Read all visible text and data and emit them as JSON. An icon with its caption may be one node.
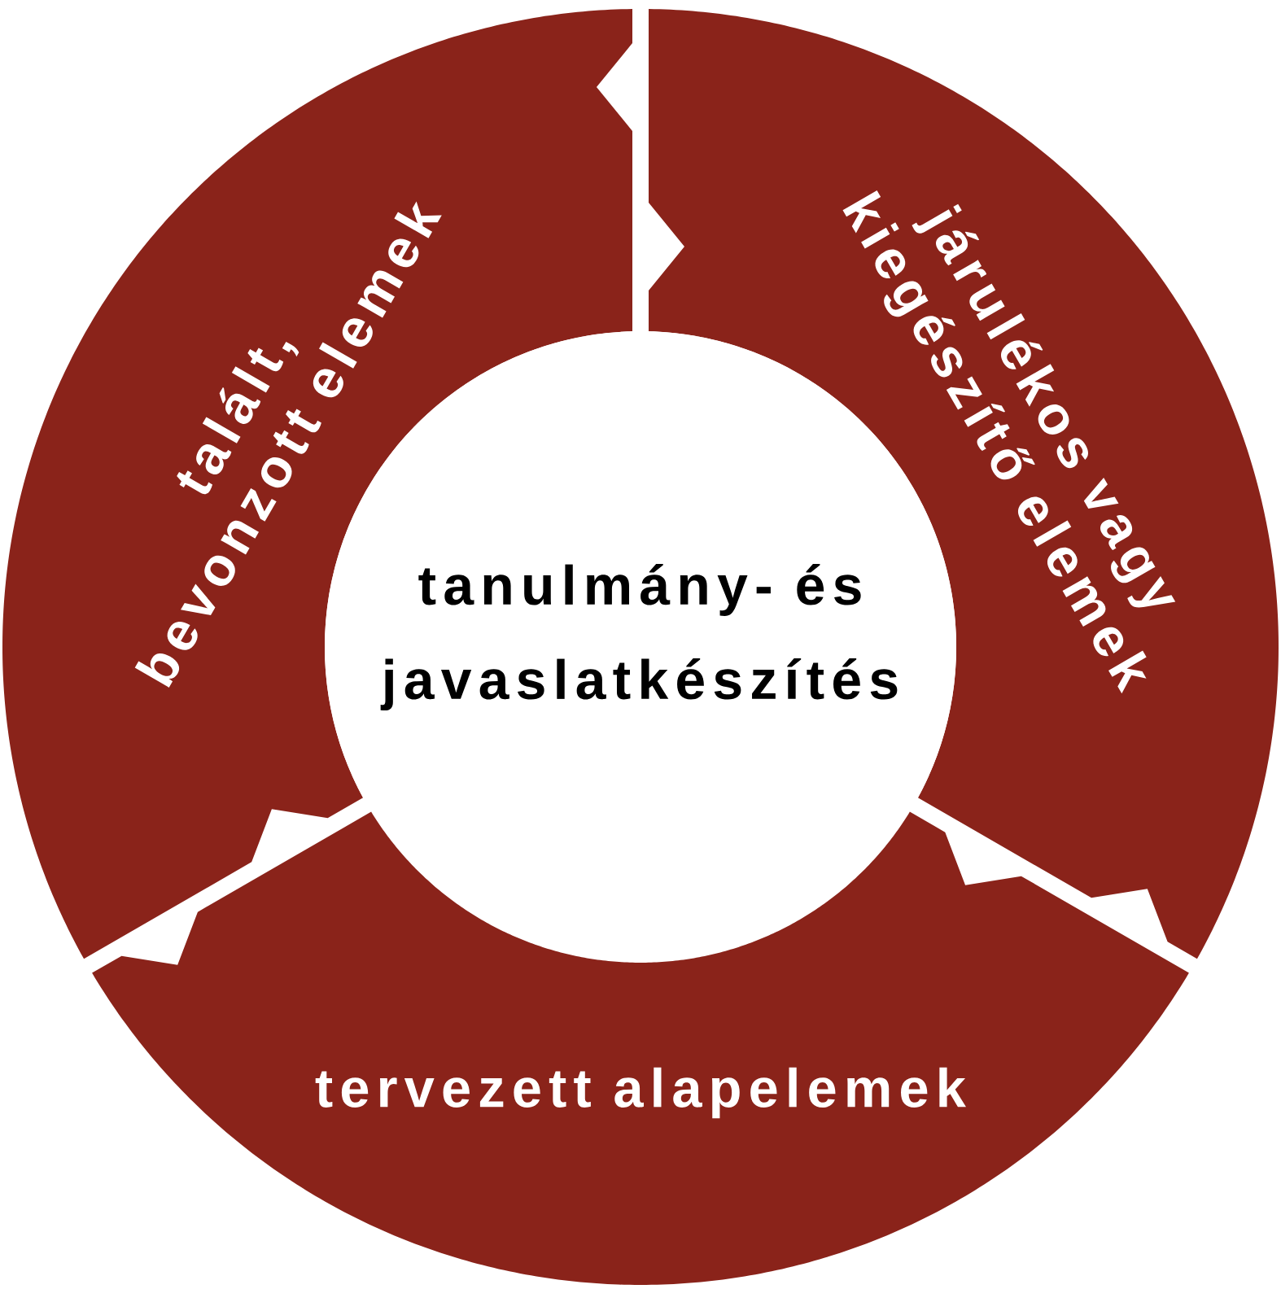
{
  "diagram": {
    "nodes": [
      {
        "text": [
          "talált, bevonzott elemek"
        ]
      },
      {
        "text": [
          "járulékos vagy kiegészítő elemek"
        ]
      },
      {
        "text": [
          "tanulmány- és javaslatkészítés"
        ]
      },
      {
        "text": [
          "tervezett alapelemek"
        ]
      }
    ]
  }
}
